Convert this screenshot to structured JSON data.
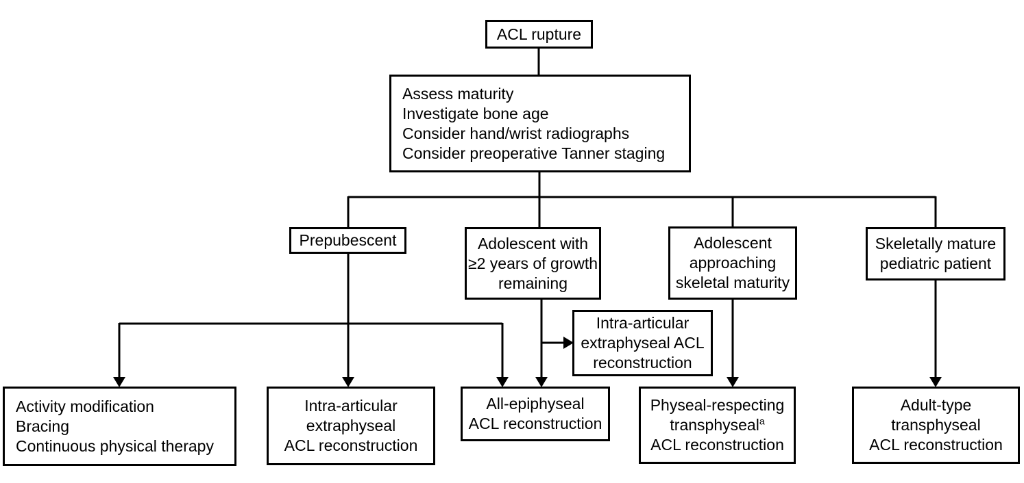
{
  "colors": {
    "background": "#ffffff",
    "stroke": "#000000",
    "text": "#000000"
  },
  "nodes": {
    "acl_rupture": {
      "label": "ACL rupture"
    },
    "assess_maturity": {
      "lines": [
        "Assess maturity",
        "Investigate bone age",
        "Consider hand/wrist radiographs",
        "Consider preoperative Tanner staging"
      ]
    },
    "prepubescent": {
      "label": "Prepubescent"
    },
    "adolescent_growth_remaining": {
      "lines": [
        "Adolescent with",
        "≥2 years of growth",
        "remaining"
      ]
    },
    "adolescent_approaching_maturity": {
      "lines": [
        "Adolescent",
        "approaching",
        "skeletal maturity"
      ]
    },
    "skeletally_mature": {
      "lines": [
        "Skeletally mature",
        "pediatric patient"
      ]
    },
    "intra_articular_extraphyseal_side": {
      "lines": [
        "Intra-articular",
        "extraphyseal ACL",
        "reconstruction"
      ]
    },
    "activity_modification": {
      "lines": [
        "Activity modification",
        "Bracing",
        "Continuous physical therapy"
      ]
    },
    "intra_articular_extraphyseal_bottom": {
      "lines": [
        "Intra-articular",
        "extraphyseal",
        "ACL reconstruction"
      ]
    },
    "all_epiphyseal": {
      "lines": [
        "All-epiphyseal",
        "ACL reconstruction"
      ]
    },
    "physeal_respecting": {
      "lines": [
        "Physeal-respecting",
        "transphyseal",
        "ACL reconstruction"
      ],
      "footnote_marker": "a"
    },
    "adult_type": {
      "lines": [
        "Adult-type",
        "transphyseal",
        "ACL reconstruction"
      ]
    }
  }
}
